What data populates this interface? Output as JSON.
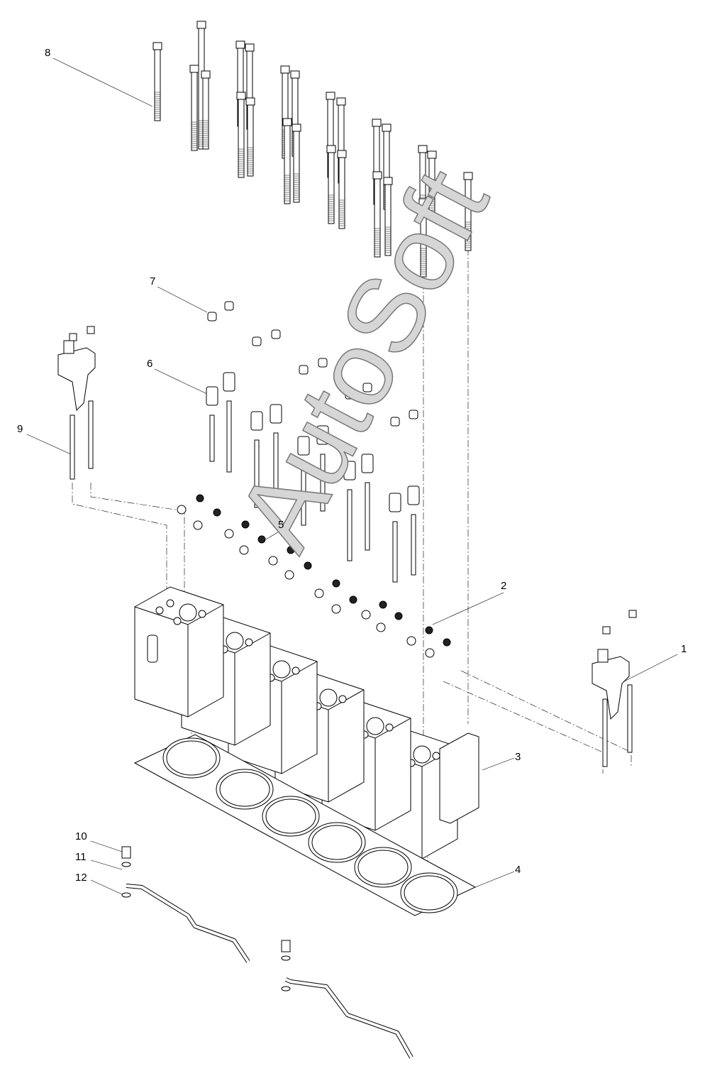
{
  "diagram": {
    "watermark": "AutoSoft",
    "callouts": [
      {
        "id": "callout-1",
        "label": "1"
      },
      {
        "id": "callout-2",
        "label": "2"
      },
      {
        "id": "callout-3",
        "label": "3"
      },
      {
        "id": "callout-4",
        "label": "4"
      },
      {
        "id": "callout-5",
        "label": "5"
      },
      {
        "id": "callout-6",
        "label": "6"
      },
      {
        "id": "callout-7",
        "label": "7"
      },
      {
        "id": "callout-8",
        "label": "8"
      },
      {
        "id": "callout-9",
        "label": "9"
      },
      {
        "id": "callout-10",
        "label": "10"
      },
      {
        "id": "callout-11",
        "label": "11"
      },
      {
        "id": "callout-12",
        "label": "12"
      }
    ]
  }
}
